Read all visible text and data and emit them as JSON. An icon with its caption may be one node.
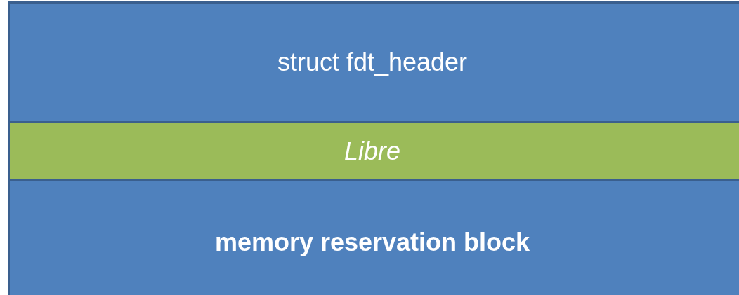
{
  "diagram": {
    "nodes": [
      {
        "text": [
          "struct fdt_header"
        ]
      },
      {
        "text": [
          "Libre"
        ]
      },
      {
        "text": [
          "memory reservation block"
        ]
      }
    ]
  }
}
